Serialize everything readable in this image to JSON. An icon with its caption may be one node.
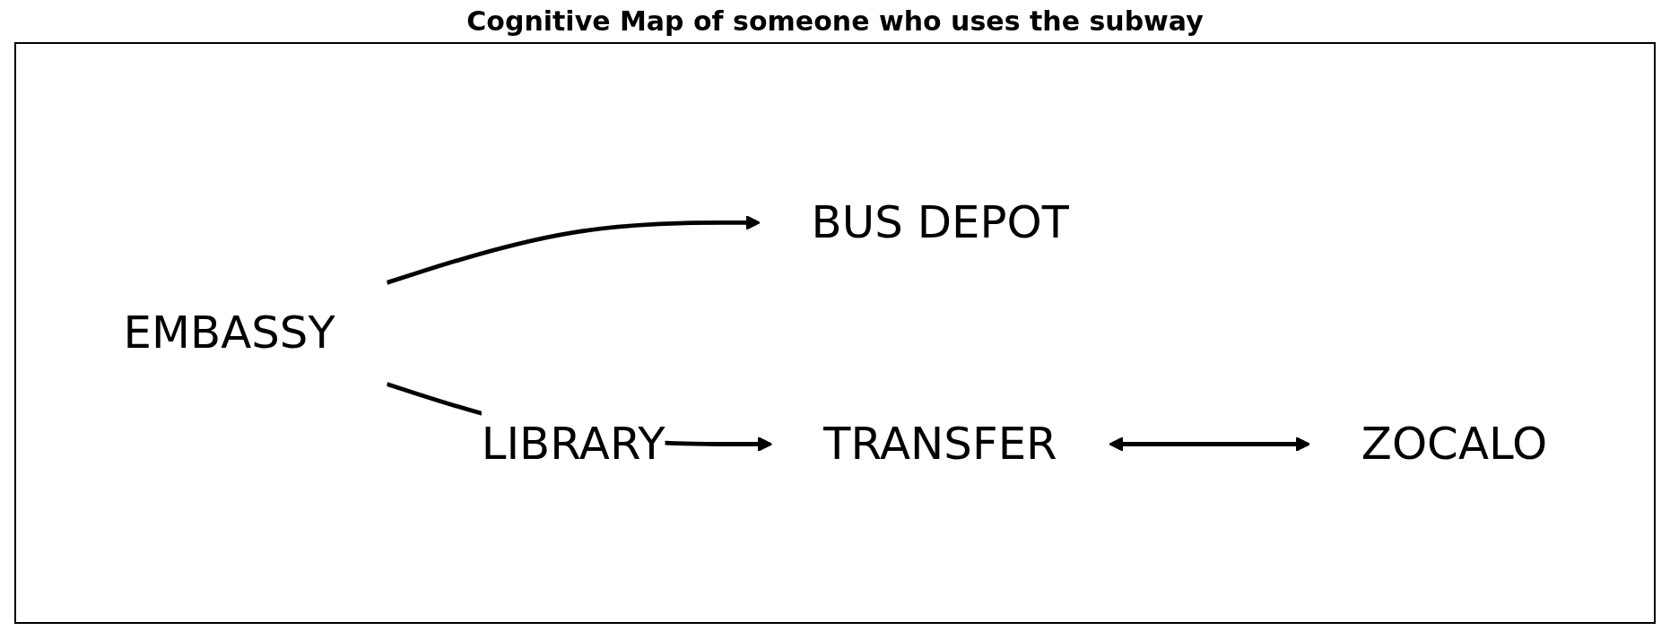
{
  "diagram": {
    "title": "Cognitive Map of someone who uses the subway",
    "nodes": [
      {
        "text": [
          "EMBASSY"
        ]
      },
      {
        "text": [
          "BUS DEPOT"
        ]
      },
      {
        "text": [
          "TRANSFER"
        ]
      },
      {
        "text": [
          "ZOCALO"
        ]
      }
    ],
    "edges": [
      {
        "from": 0,
        "to": 1,
        "arrow": "to"
      },
      {
        "from": 0,
        "to": 2,
        "arrow": "to",
        "label": "LIBRARY"
      },
      {
        "from": 2,
        "to": 3,
        "arrow": "both"
      }
    ]
  }
}
